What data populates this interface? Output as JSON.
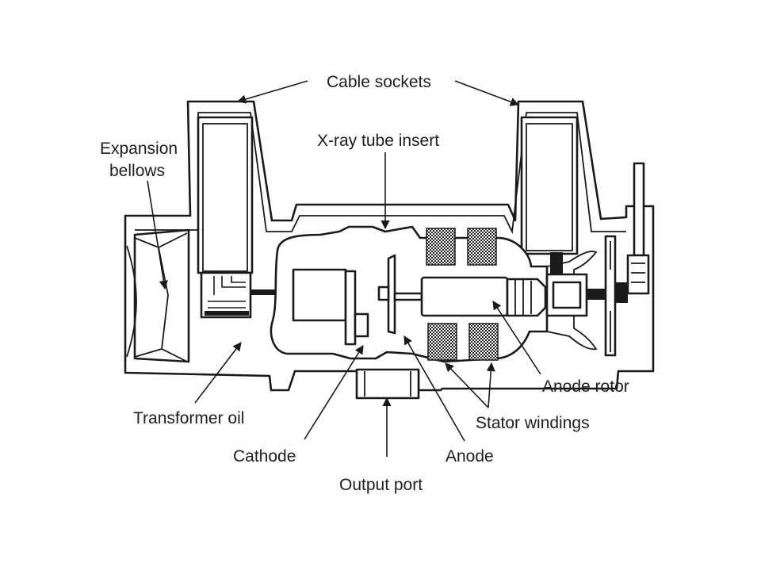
{
  "labels": {
    "cable_sockets": "Cable sockets",
    "expansion_line1": "Expansion",
    "expansion_line2": "bellows",
    "xray_tube_insert": "X-ray tube insert",
    "anode_rotor": "Anode rotor",
    "stator_windings": "Stator windings",
    "transformer_oil": "Transformer oil",
    "cathode": "Cathode",
    "anode": "Anode",
    "output_port": "Output port"
  },
  "colors": {
    "ink": "#1a1a1a",
    "text": "#1e1e1e",
    "background": "#ffffff"
  }
}
